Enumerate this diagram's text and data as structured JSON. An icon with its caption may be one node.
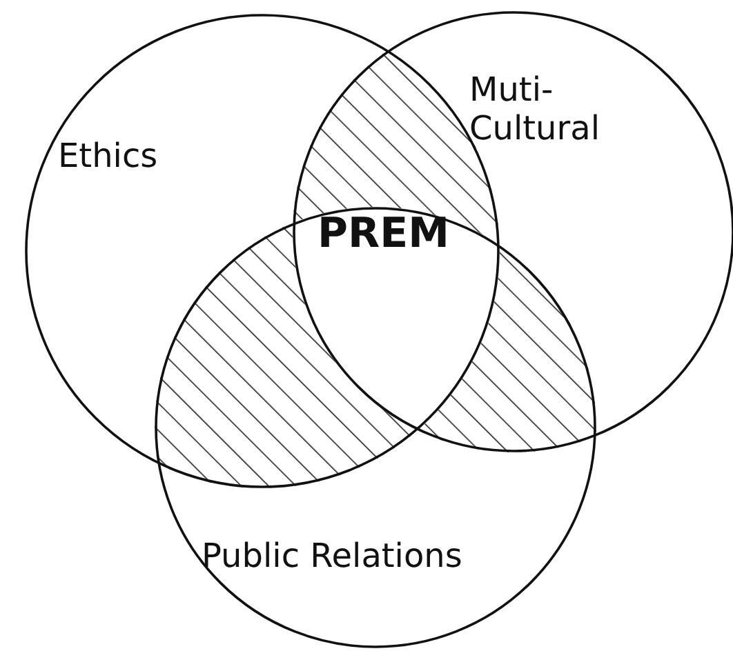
{
  "diagram": {
    "nodes": [
      {
        "text": [
          "Ethics"
        ]
      },
      {
        "text": [
          "Muti- Cultural"
        ]
      },
      {
        "text": [
          "Public Relations"
        ]
      }
    ],
    "labels": [
      "PREM"
    ]
  }
}
